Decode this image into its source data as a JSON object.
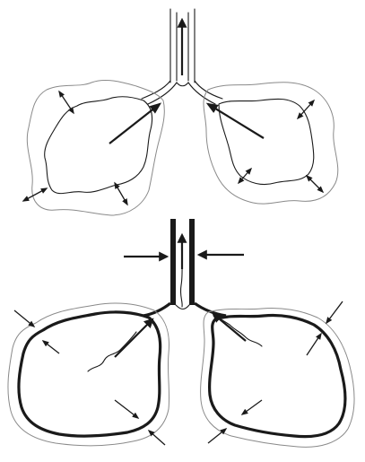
{
  "figure": {
    "panels": [
      {
        "id": "upper",
        "state": "relaxed lungs, airflow out through trachea"
      },
      {
        "id": "lower",
        "state": "constricted lungs, inward pressure on trachea and lungs"
      }
    ],
    "colors": {
      "ink": "#1a1a1a",
      "outer_outline": "#8a8a8a",
      "background": "#ffffff"
    }
  }
}
